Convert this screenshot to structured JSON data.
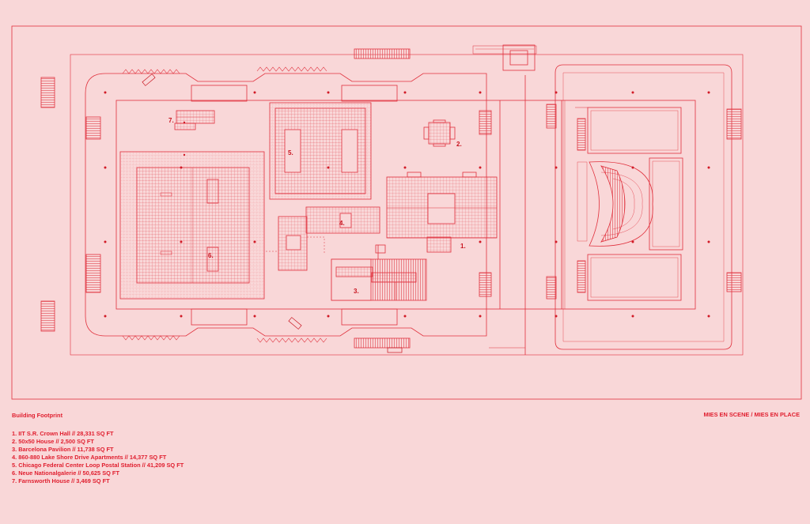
{
  "legend": {
    "title": "Building Footprint",
    "items": [
      "1. IIT S.R. Crown Hall // 28,331 SQ FT",
      "2. 50x50 House // 2,500 SQ FT",
      "3. Barcelona Pavilion // 11,738 SQ FT",
      "4. 860-880 Lake Shore Drive Apartments // 14,377 SQ FT",
      "5. Chicago Federal Center Loop Postal Station // 41,209 SQ FT",
      "6. Neue Nationalgalerie // 50,625 SQ FT",
      "7. Farnsworth House // 3,469 SQ FT"
    ]
  },
  "project_title": "MIES EN SCENE / MIES EN PLACE",
  "plan_labels": {
    "crown_hall": "1.",
    "house_50x50": "2.",
    "barcelona": "3.",
    "lake_shore": "4.",
    "federal_center": "5.",
    "neue_national": "6.",
    "farnsworth": "7."
  },
  "colors": {
    "background": "#f9d7d8",
    "linework": "#e0303c",
    "text": "#e01f2f"
  }
}
